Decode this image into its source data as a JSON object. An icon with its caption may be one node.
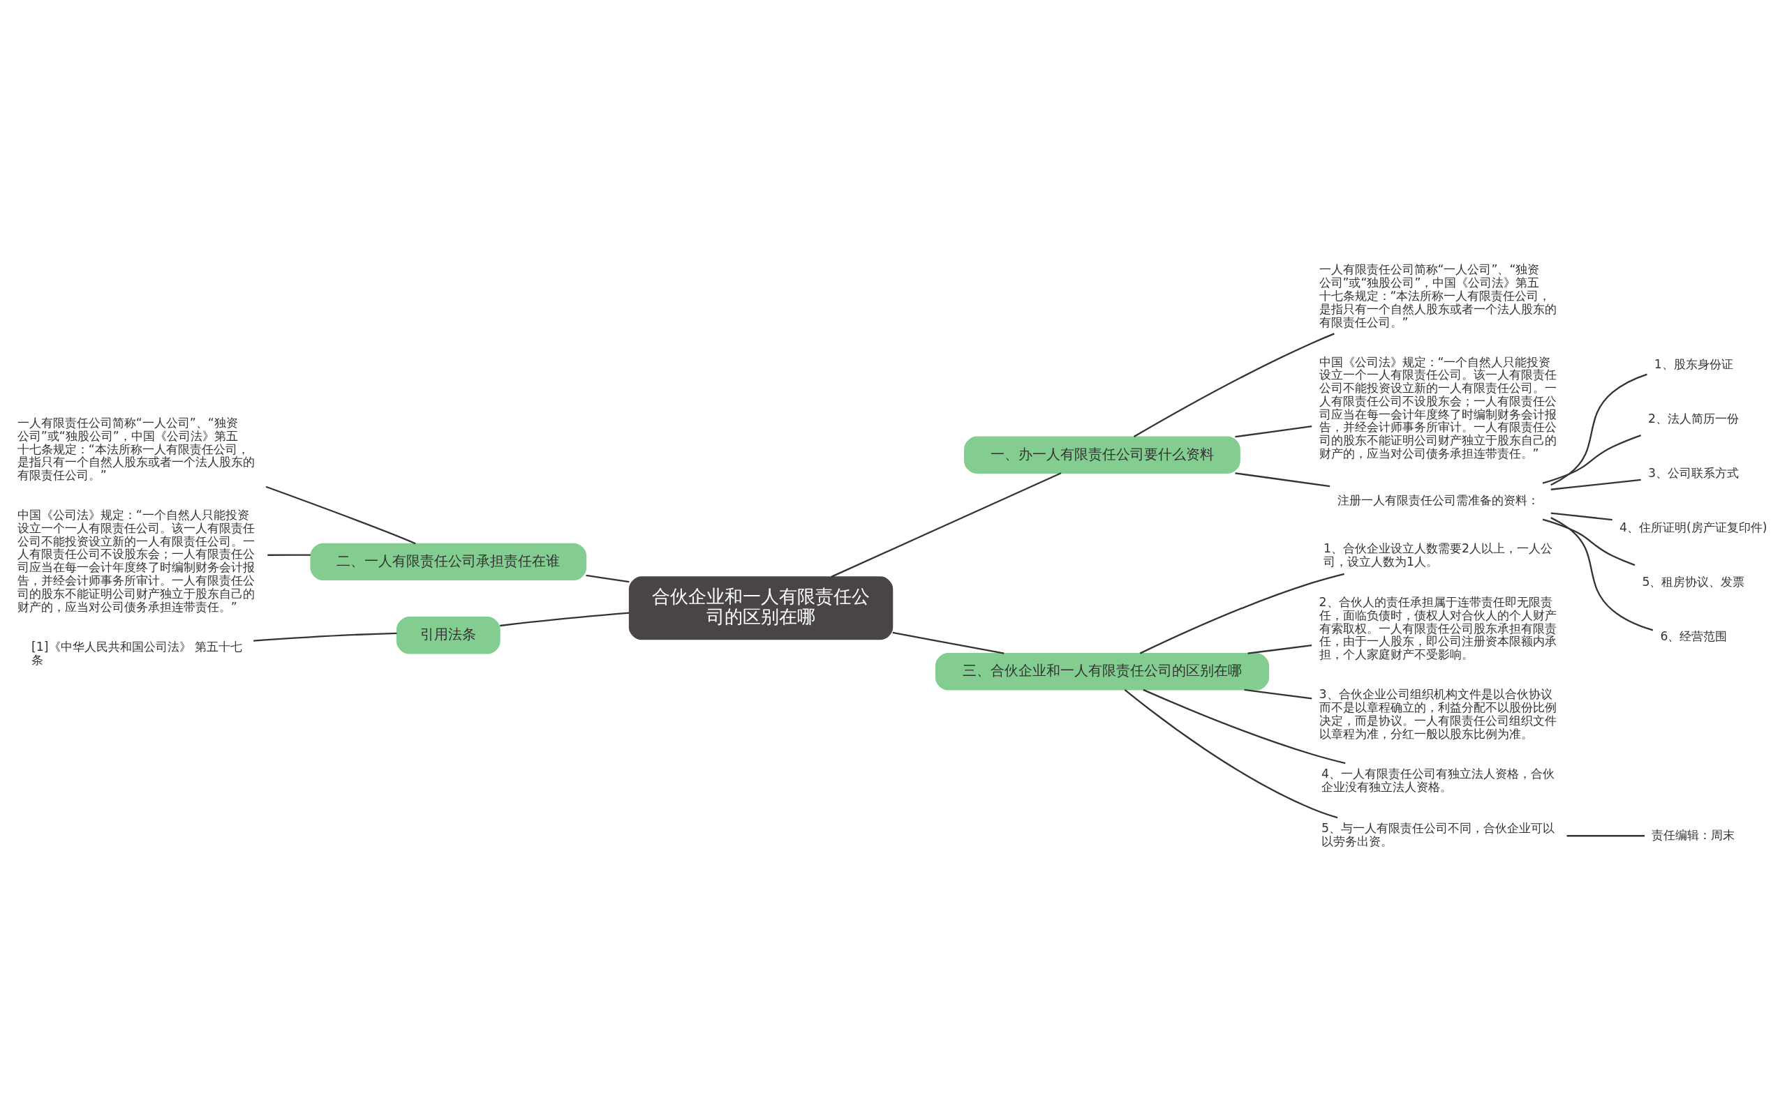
{
  "diagram": {
    "nodes": [
      {
        "text": [
          "合伙企业和一人有限责任公司的区别在哪"
        ]
      },
      {
        "text": [
          "一、办一人有限责任公司要什么资料"
        ]
      },
      {
        "text": [
          "一人有限责任公司简称“一人公司”、“独资公司”或“独股公司”，中国《公司法》第五十七条规定：“本法所称一人有限责任公司，是指只有一个自然人股东或者一个法人股东的有限责任公司。”"
        ]
      },
      {
        "text": [
          "中国《公司法》规定：“一个自然人只能投资设立一个一人有限责任公司。该一人有限责任公司不能投资设立新的一人有限责任公司。一人有限责任公司不设股东会；一人有限责任公司应当在每一会计年度终了时编制财务会计报告，并经会计师事务所审计。一人有限责任公司的股东不能证明公司财产独立于股东自己的财产的，应当对公司债务承担连带责任。”"
        ]
      },
      {
        "text": [
          "注册一人有限责任公司需准备的资料："
        ]
      },
      {
        "text": [
          "1、股东身份证"
        ]
      },
      {
        "text": [
          "2、法人简历一份"
        ]
      },
      {
        "text": [
          "3、公司联系方式"
        ]
      },
      {
        "text": [
          "4、住所证明(房产证复印件)"
        ]
      },
      {
        "text": [
          "5、租房协议、发票"
        ]
      },
      {
        "text": [
          "6、经营范围"
        ]
      },
      {
        "text": [
          "三、合伙企业和一人有限责任公司的区别在哪"
        ]
      },
      {
        "text": [
          "1、合伙企业设立人数需要2人以上，一人公司，设立人数为1人。"
        ]
      },
      {
        "text": [
          "2、合伙人的责任承担属于连带责任即无限责任，面临负债时，债权人对合伙人的个人财产有索取权。一人有限责任公司股东承担有限责任，由于一人股东，即公司注册资本限额内承担，个人家庭财产不受影响。"
        ]
      },
      {
        "text": [
          "3、合伙企业公司组织机构文件是以合伙协议而不是以章程确立的，利益分配不以股份比例决定，而是协议。一人有限责任公司组织文件以章程为准，分红一般以股东比例为准。"
        ]
      },
      {
        "text": [
          "4、一人有限责任公司有独立法人资格，合伙企业没有独立法人资格。"
        ]
      },
      {
        "text": [
          "5、与一人有限责任公司不同，合伙企业可以以劳务出资。"
        ]
      },
      {
        "text": [
          "责任编辑：周末"
        ]
      },
      {
        "text": [
          "二、一人有限责任公司承担责任在谁"
        ]
      },
      {
        "text": [
          "一人有限责任公司简称“一人公司”、“独资公司”或“独股公司”，中国《公司法》第五十七条规定：“本法所称一人有限责任公司，是指只有一个自然人股东或者一个法人股东的有限责任公司。”"
        ]
      },
      {
        "text": [
          "中国《公司法》规定：“一个自然人只能投资设立一个一人有限责任公司。该一人有限责任公司不能投资设立新的一人有限责任公司。一人有限责任公司不设股东会；一人有限责任公司应当在每一会计年度终了时编制财务会计报告，并经会计师事务所审计。一人有限责任公司的股东不能证明公司财产独立于股东自己的财产的，应当对公司债务承担连带责任。”"
        ]
      },
      {
        "text": [
          "引用法条"
        ]
      },
      {
        "text": [
          "[1]《中华人民共和国公司法》 第五十七条"
        ]
      }
    ],
    "edges": [
      {
        "from": 0,
        "to": 1,
        "arrow": "none"
      },
      {
        "from": 1,
        "to": 2,
        "arrow": "none"
      },
      {
        "from": 1,
        "to": 3,
        "arrow": "none"
      },
      {
        "from": 1,
        "to": 4,
        "arrow": "none"
      },
      {
        "from": 4,
        "to": 5,
        "arrow": "none"
      },
      {
        "from": 4,
        "to": 6,
        "arrow": "none"
      },
      {
        "from": 4,
        "to": 7,
        "arrow": "none"
      },
      {
        "from": 4,
        "to": 8,
        "arrow": "none"
      },
      {
        "from": 4,
        "to": 9,
        "arrow": "none"
      },
      {
        "from": 4,
        "to": 10,
        "arrow": "none"
      },
      {
        "from": 0,
        "to": 11,
        "arrow": "none"
      },
      {
        "from": 11,
        "to": 12,
        "arrow": "none"
      },
      {
        "from": 11,
        "to": 13,
        "arrow": "none"
      },
      {
        "from": 11,
        "to": 14,
        "arrow": "none"
      },
      {
        "from": 11,
        "to": 15,
        "arrow": "none"
      },
      {
        "from": 11,
        "to": 16,
        "arrow": "none"
      },
      {
        "from": 16,
        "to": 17,
        "arrow": "none"
      },
      {
        "from": 0,
        "to": 18,
        "arrow": "none"
      },
      {
        "from": 18,
        "to": 19,
        "arrow": "none"
      },
      {
        "from": 18,
        "to": 20,
        "arrow": "none"
      },
      {
        "from": 0,
        "to": 21,
        "arrow": "none"
      },
      {
        "from": 21,
        "to": 22,
        "arrow": "none"
      }
    ]
  }
}
